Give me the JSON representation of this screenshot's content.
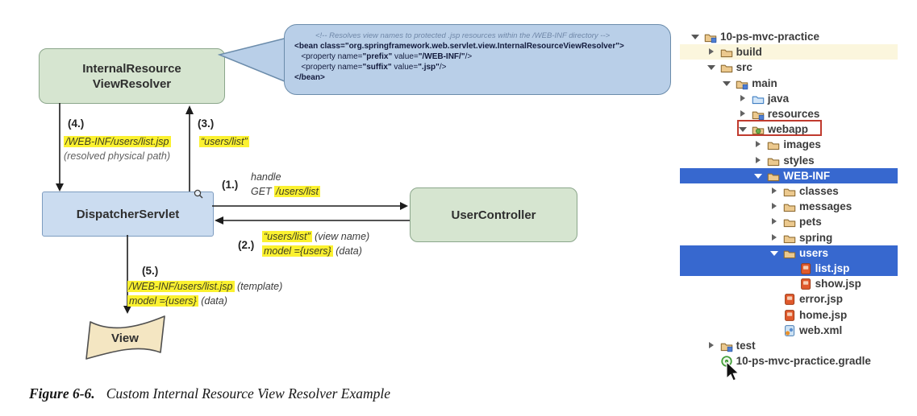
{
  "figure_caption": {
    "label": "Figure 6-6.",
    "title": "Custom Internal Resource View Resolver Example"
  },
  "diagram": {
    "resolver_box": {
      "line1": "InternalResource",
      "line2": "ViewResolver"
    },
    "dispatcher_box": "DispatcherServlet",
    "controller_box": "UserController",
    "view_shape": "View",
    "callout": {
      "comment": "<!-- Resolves view names to protected .jsp resources within the /WEB-INF directory -->",
      "code_lines": [
        [
          {
            "t": "<bean class=\"org.springframework.web.servlet.view.InternalResourceViewResolver\">",
            "b": true
          }
        ],
        [
          {
            "t": "   <property name=",
            "b": false
          },
          {
            "t": "\"prefix\"",
            "b": true
          },
          {
            "t": " value=",
            "b": false
          },
          {
            "t": "\"/WEB-INF/\"",
            "b": true
          },
          {
            "t": "/>",
            "b": false
          }
        ],
        [
          {
            "t": "   <property name=",
            "b": false
          },
          {
            "t": "\"suffix\"",
            "b": true
          },
          {
            "t": " value=",
            "b": false
          },
          {
            "t": "\".jsp\"",
            "b": true
          },
          {
            "t": "/>",
            "b": false
          }
        ],
        [
          {
            "t": "</bean>",
            "b": true
          }
        ]
      ]
    },
    "steps": {
      "s1": {
        "num": "(1.)",
        "word": "handle",
        "prefix": "GET ",
        "hl": "/users/list"
      },
      "s2": {
        "num": "(2.)",
        "hl1": "“users/list”",
        "rest1": " (view name)",
        "hl2": "model ={users}",
        "rest2": " (data)"
      },
      "s3": {
        "num": "(3.)",
        "hl": "“users/list”"
      },
      "s4": {
        "num": "(4.)",
        "hl": "/WEB-INF/users/list.jsp",
        "note": "(resolved physical path)"
      },
      "s5": {
        "num": "(5.)",
        "hl1": "/WEB-INF/users/list.jsp",
        "rest1": " (template)",
        "hl2": "model ={users}",
        "rest2": " (data)"
      }
    }
  },
  "tree": {
    "items": [
      {
        "label": "10-ps-mvc-practice",
        "level": 0,
        "twisty": "open",
        "icon": "folder-badge"
      },
      {
        "label": "build",
        "level": 1,
        "twisty": "closed",
        "icon": "folder",
        "row_bg": "cream"
      },
      {
        "label": "src",
        "level": 1,
        "twisty": "open",
        "icon": "folder"
      },
      {
        "label": "main",
        "level": 2,
        "twisty": "open",
        "icon": "folder-badge"
      },
      {
        "label": "java",
        "level": 3,
        "twisty": "closed",
        "icon": "folder-blue"
      },
      {
        "label": "resources",
        "level": 3,
        "twisty": "closed",
        "icon": "folder-badge"
      },
      {
        "label": "webapp",
        "level": 3,
        "twisty": "open",
        "icon": "folder-webapp",
        "red_box": true
      },
      {
        "label": "images",
        "level": 4,
        "twisty": "closed",
        "icon": "folder"
      },
      {
        "label": "styles",
        "level": 4,
        "twisty": "closed",
        "icon": "folder"
      },
      {
        "label": "WEB-INF",
        "level": 4,
        "twisty": "open",
        "icon": "folder",
        "selected": true
      },
      {
        "label": "classes",
        "level": 5,
        "twisty": "closed",
        "icon": "folder"
      },
      {
        "label": "messages",
        "level": 5,
        "twisty": "closed",
        "icon": "folder"
      },
      {
        "label": "pets",
        "level": 5,
        "twisty": "closed",
        "icon": "folder"
      },
      {
        "label": "spring",
        "level": 5,
        "twisty": "closed",
        "icon": "folder"
      },
      {
        "label": "users",
        "level": 5,
        "twisty": "open",
        "icon": "folder",
        "selected": true
      },
      {
        "label": "list.jsp",
        "level": 6,
        "twisty": "none",
        "icon": "jsp",
        "selected": true
      },
      {
        "label": "show.jsp",
        "level": 6,
        "twisty": "none",
        "icon": "jsp"
      },
      {
        "label": "error.jsp",
        "level": 5,
        "twisty": "none",
        "icon": "jsp"
      },
      {
        "label": "home.jsp",
        "level": 5,
        "twisty": "none",
        "icon": "jsp"
      },
      {
        "label": "web.xml",
        "level": 5,
        "twisty": "none",
        "icon": "xml"
      },
      {
        "label": "test",
        "level": 1,
        "twisty": "closed",
        "icon": "folder-badge"
      },
      {
        "label": "10-ps-mvc-practice.gradle",
        "level": 1,
        "twisty": "none",
        "icon": "gradle"
      }
    ]
  },
  "colors": {
    "selection_blue": "#3768cf",
    "highlight_yellow": "#fbf130",
    "webapp_outline_red": "#c03a2e",
    "green_box": "#d6e5d0",
    "blue_box": "#cbdcf0",
    "callout_blue": "#b9cfe8",
    "view_tan": "#f4e6c2"
  }
}
